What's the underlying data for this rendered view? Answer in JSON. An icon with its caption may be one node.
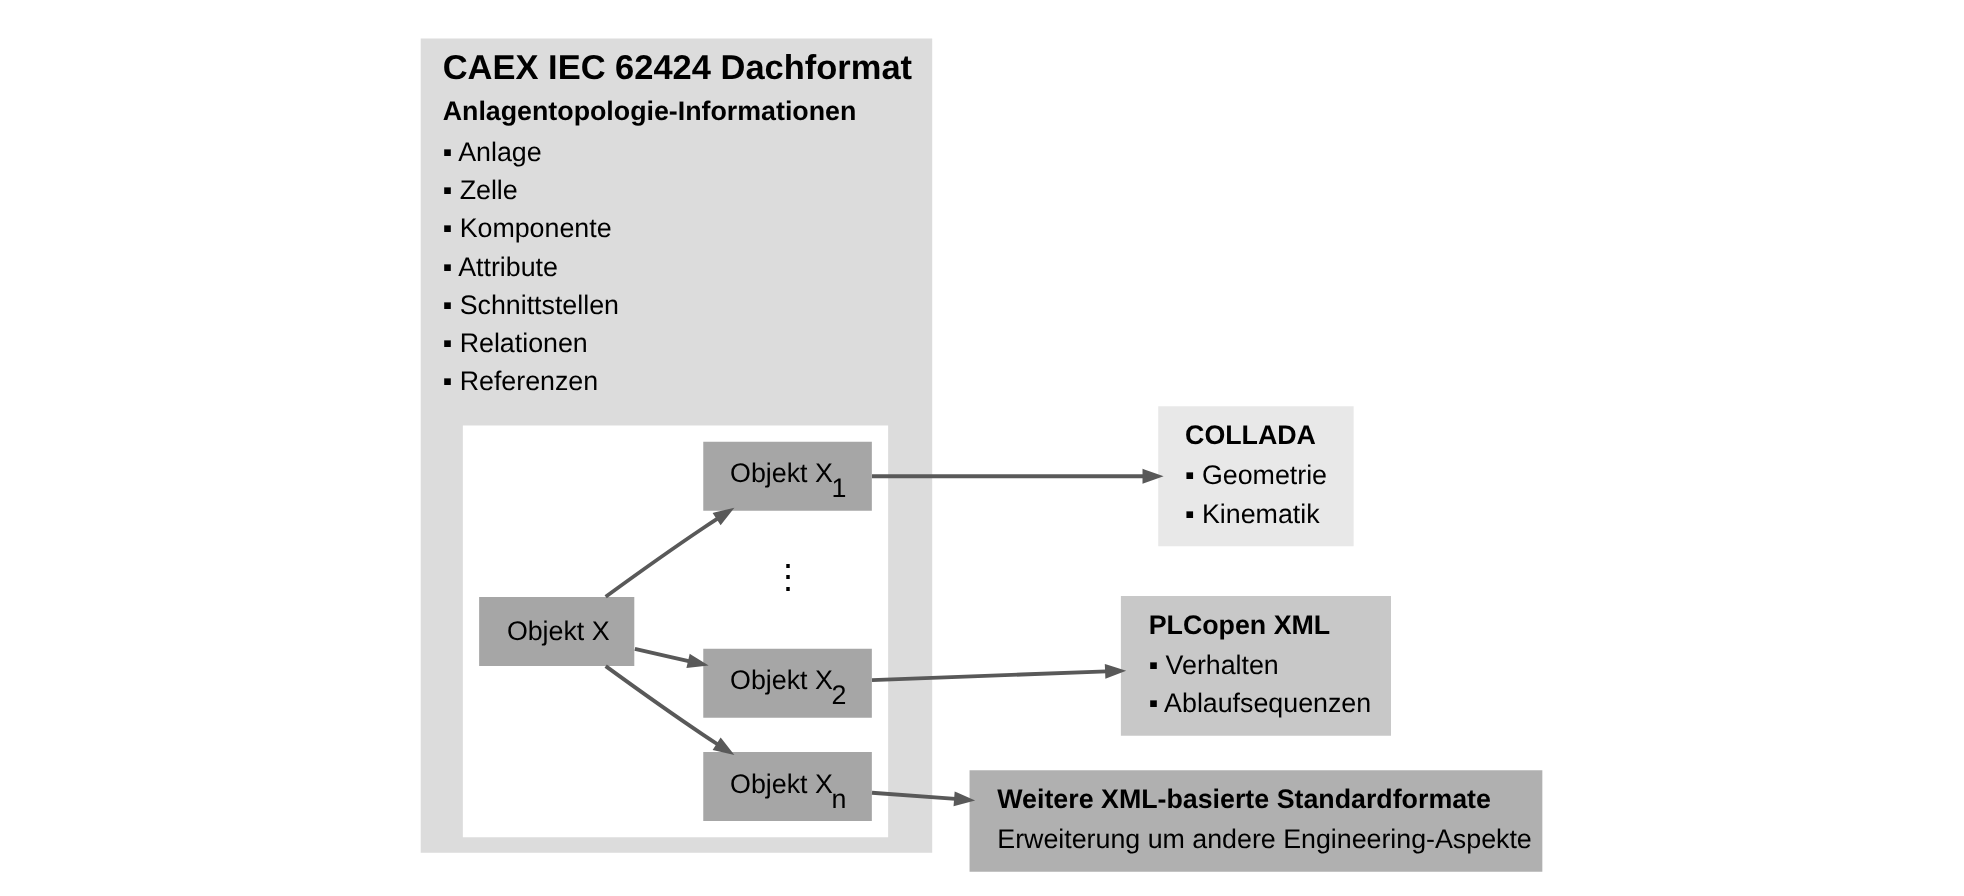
{
  "diagram": {
    "nodes": [
      {
        "text": [
          "CAEX IEC 62424 Dachformat",
          "Anlagentopologie-Informationen",
          "▪ Anlage",
          "▪ Zelle",
          "▪ Komponente",
          "▪ Attribute",
          "▪ Schnittstellen",
          "▪ Relationen",
          "▪ Referenzen"
        ]
      },
      {
        "text": [],
        "shape": "box",
        "in": 0
      },
      {
        "text": [
          "Objekt X"
        ],
        "in": 1
      },
      {
        "text": [
          "Objekt X$_{1}$"
        ],
        "in": 1
      },
      {
        "text": [
          "Objekt X$_{2}$"
        ],
        "in": 1
      },
      {
        "text": [
          "Objekt X$_{n}$"
        ],
        "in": 1
      },
      {
        "text": [
          "COLLADA",
          "▪ Geometrie",
          "▪ Kinematik"
        ]
      },
      {
        "text": [
          "PLCopen XML",
          "▪ Verhalten",
          "▪ Ablaufsequenzen"
        ]
      },
      {
        "text": [
          "Weitere XML-basierte Standardformate",
          "Erweiterung um andere Engineering-Aspekte"
        ]
      }
    ],
    "edges": [
      {
        "from": 2,
        "to": 3,
        "arrow": "to"
      },
      {
        "from": 2,
        "to": 4,
        "arrow": "to"
      },
      {
        "from": 2,
        "to": 5,
        "arrow": "to"
      },
      {
        "from": 3,
        "to": 6,
        "arrow": "to"
      },
      {
        "from": 4,
        "to": 7,
        "arrow": "to"
      },
      {
        "from": 5,
        "to": 8,
        "arrow": "to"
      }
    ],
    "labels": [
      "⋮"
    ]
  }
}
